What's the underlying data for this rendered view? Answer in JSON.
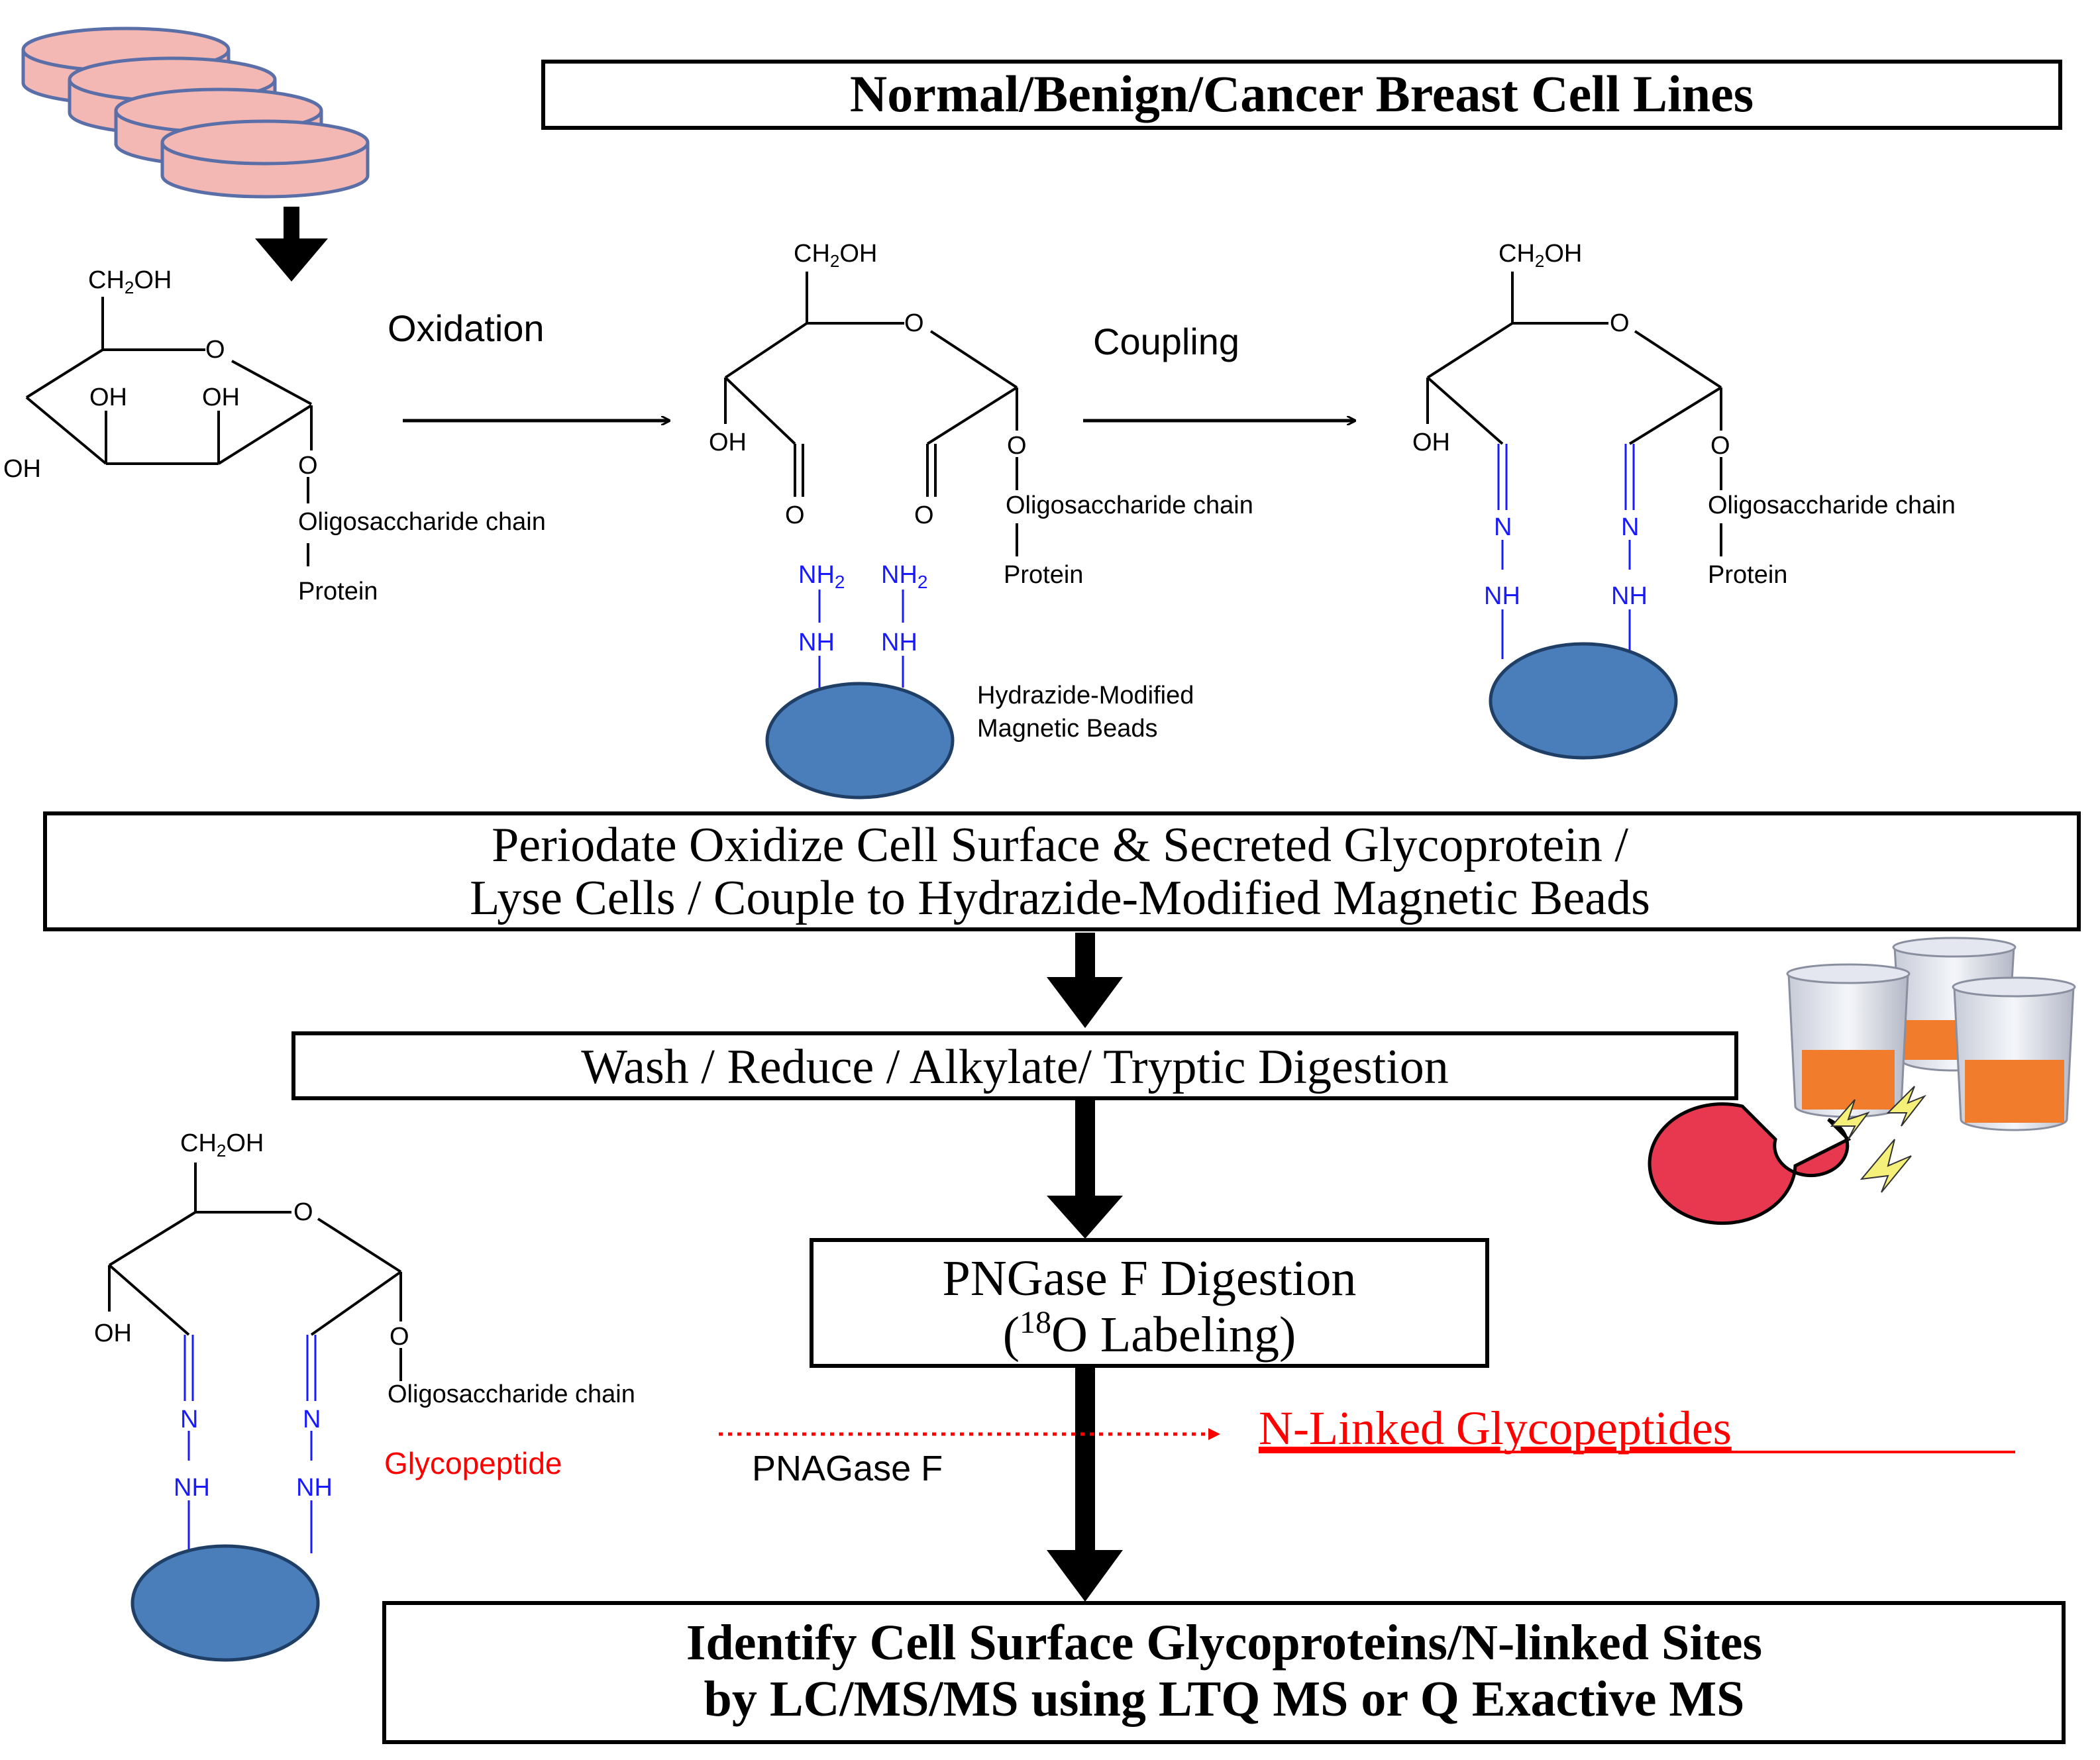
{
  "boxes": {
    "cell_lines": "Normal/Benign/Cancer Breast  Cell Lines",
    "oxidize_line1": "Periodate Oxidize Cell Surface & Secreted Glycoprotein /",
    "oxidize_line2": "Lyse Cells / Couple to Hydrazide-Modified Magnetic Beads",
    "wash": "Wash / Reduce / Alkylate/ Tryptic Digestion",
    "pngase_line1": "PNGase F Digestion",
    "pngase_line2_pre": "(",
    "pngase_line2_sup": "18",
    "pngase_line2_post": "O Labeling)",
    "identify_line1": "Identify Cell Surface Glycoproteins/N-linked Sites",
    "identify_line2": "by LC/MS/MS using LTQ MS or Q Exactive MS"
  },
  "reactions": {
    "oxidation": "Oxidation",
    "coupling": "Coupling",
    "pngase_arrow": "PNAGase F",
    "product": "N-Linked Glycopeptides"
  },
  "chem": {
    "ch2oh_main": "CH",
    "ch2oh_sub": "2",
    "ch2oh_tail": "OH",
    "o": "O",
    "oh": "OH",
    "oligo": "Oligosaccharide chain",
    "protein": "Protein",
    "nh2_main": "NH",
    "nh2_sub": "2",
    "nh": "NH",
    "n": "N",
    "glycopeptide": "Glycopeptide",
    "beads_line1": "Hydrazide-Modified",
    "beads_line2": "Magnetic Beads"
  },
  "colors": {
    "bead_fill": "#4a7ebb",
    "bead_stroke": "#1f3f66",
    "hydrazide_blue": "#1a1aff",
    "red_text": "#ff0000",
    "dish_fill": "#f4b8b4",
    "dish_stroke": "#5a6ea8",
    "liquid_orange": "#f07c2c",
    "magnet_red": "#e8384f"
  }
}
